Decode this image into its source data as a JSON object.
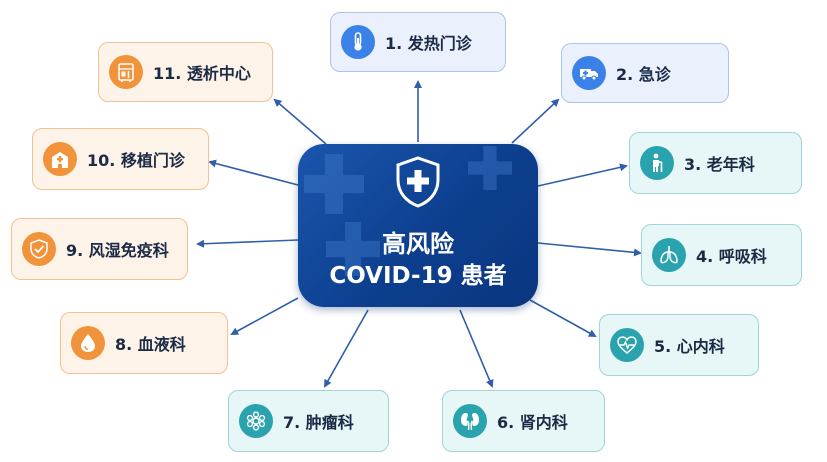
{
  "center": {
    "line1": "高风险",
    "line2": "COVID-19 患者"
  },
  "departments": [
    {
      "label": "1. 发热门诊",
      "icon": "thermometer-icon"
    },
    {
      "label": "2. 急诊",
      "icon": "ambulance-icon"
    },
    {
      "label": "3. 老年科",
      "icon": "elderly-person-icon"
    },
    {
      "label": "4. 呼吸科",
      "icon": "lungs-icon"
    },
    {
      "label": "5. 心内科",
      "icon": "heart-pulse-icon"
    },
    {
      "label": "6. 肾内科",
      "icon": "kidneys-icon"
    },
    {
      "label": "7. 肿瘤科",
      "icon": "cell-cluster-icon"
    },
    {
      "label": "8. 血液科",
      "icon": "blood-drop-icon"
    },
    {
      "label": "9. 风湿免疫科",
      "icon": "shield-check-icon"
    },
    {
      "label": "10. 移植门诊",
      "icon": "hospital-icon"
    },
    {
      "label": "11. 透析中心",
      "icon": "dialysis-machine-icon"
    }
  ],
  "colors": {
    "center": "#0d3f8e",
    "orange": "#f0933a",
    "blue": "#3b82e8",
    "teal": "#29a3ad",
    "arrow": "#2f5fa8"
  }
}
